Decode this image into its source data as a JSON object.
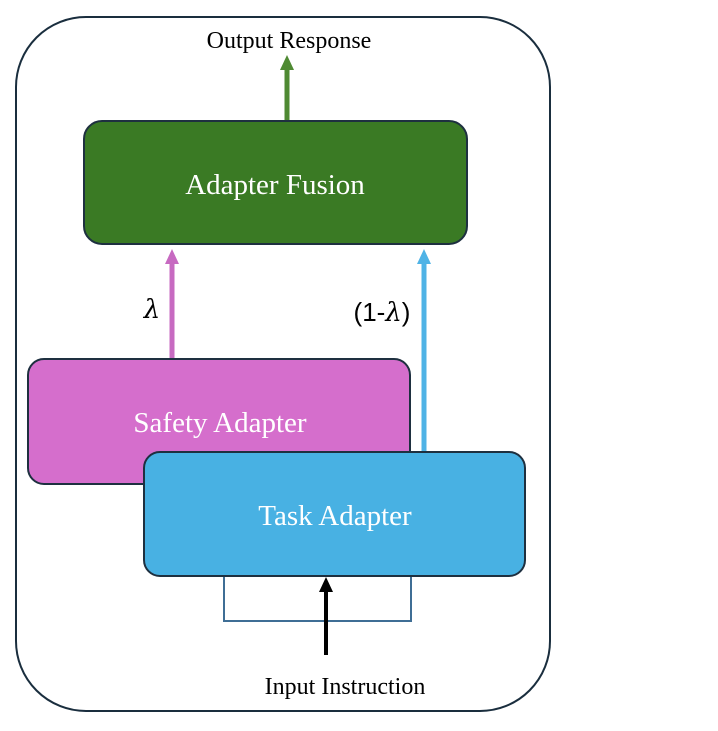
{
  "diagram": {
    "output_label": "Output Response",
    "input_label": "Input Instruction",
    "fusion_box": {
      "label": "Adapter Fusion",
      "color": "#3a7a24"
    },
    "safety_box": {
      "label": "Safety Adapter",
      "color": "#d56ecc"
    },
    "task_box": {
      "label": "Task Adapter",
      "color": "#48b1e3"
    },
    "weights": {
      "safety_symbol": "λ",
      "task_prefix": "(1-",
      "task_symbol": "λ",
      "task_suffix": ")"
    },
    "colors": {
      "outer_border": "#1a2e3e",
      "box_border": "#1e3040",
      "output_arrow": "#4f8a33",
      "safety_arrow": "#c76ac1",
      "task_arrow": "#4fb3e6",
      "input_arrow": "#000000",
      "bypass_line": "#3f6e95"
    }
  }
}
